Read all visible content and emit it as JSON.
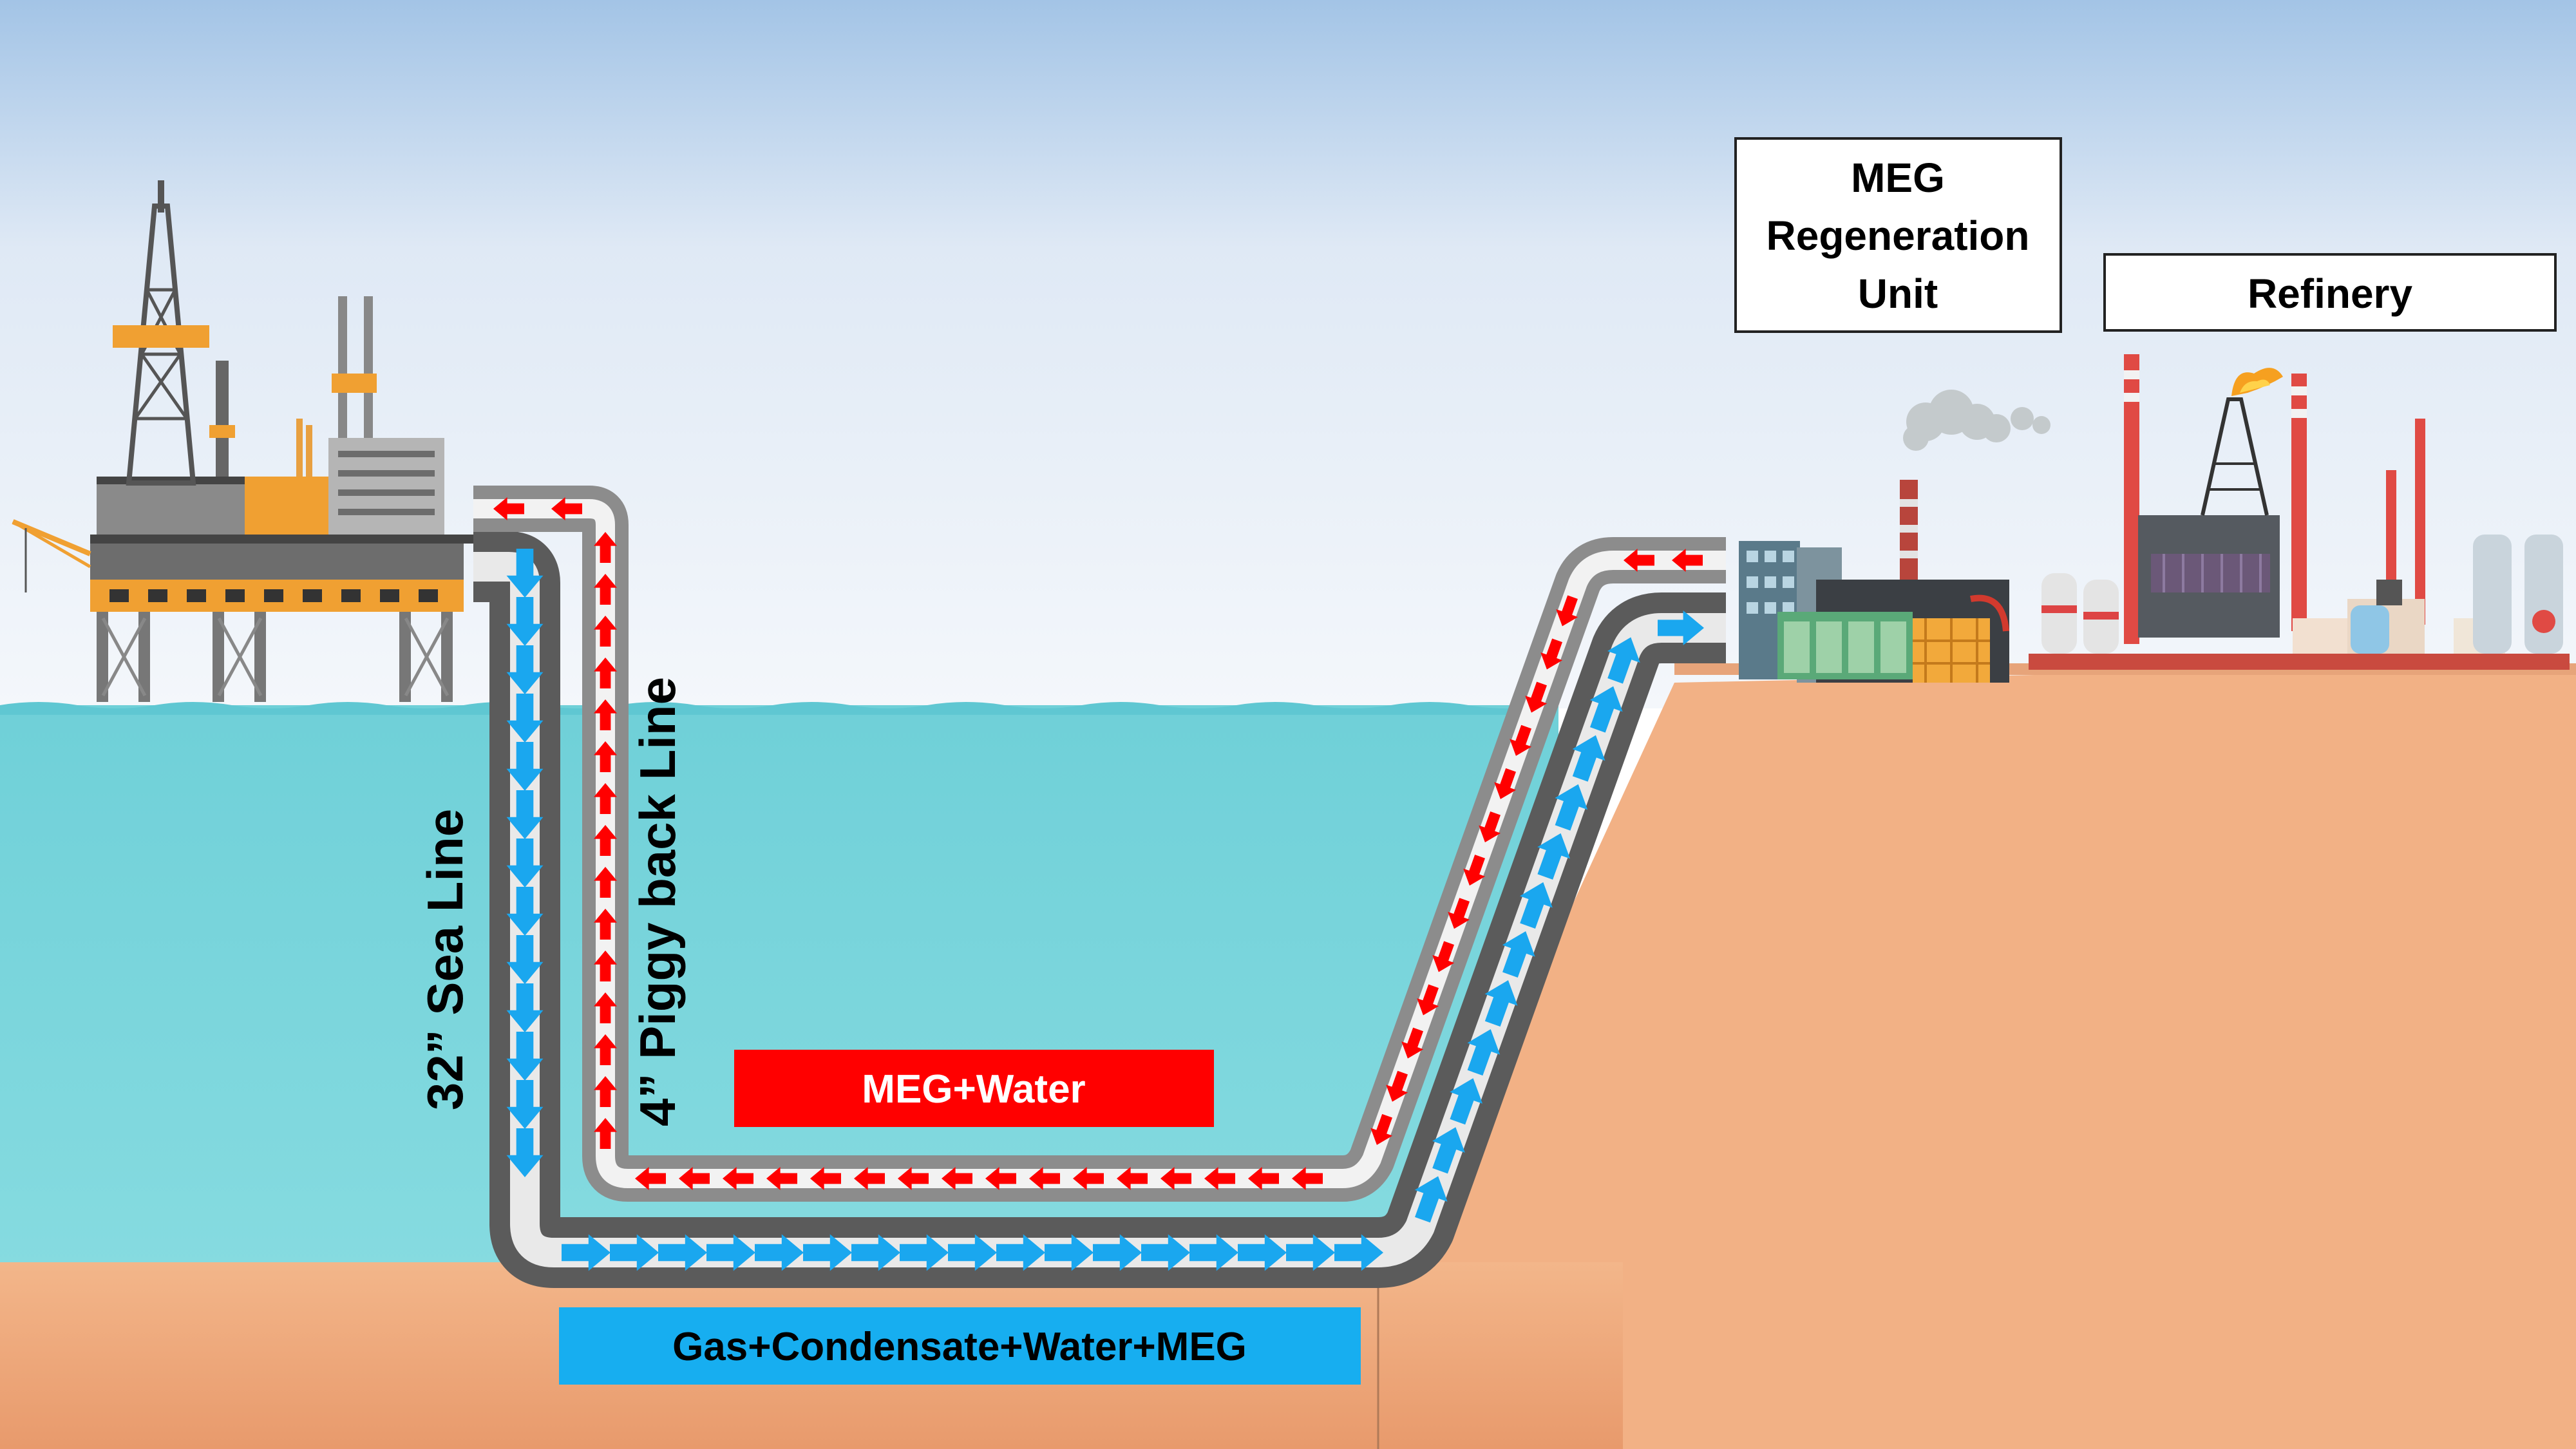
{
  "labels": {
    "meg_unit": [
      "MEG",
      "Regeneration",
      "Unit"
    ],
    "refinery": "Refinery",
    "sea_line": "32” Sea Line",
    "piggy_back_line": "4” Piggy back Line",
    "meg_water": "MEG+Water",
    "gas_mix": "Gas+Condensate+Water+MEG"
  },
  "colors": {
    "sky_top": "#a3c4e6",
    "sea": "#7fd6dc",
    "land": "#f2b185",
    "pipe": "#8a8a8a",
    "main_flow_arrow": "#1aa7ef",
    "return_flow_arrow": "#ff0000",
    "label_red_bg": "#ff0000",
    "label_blue_bg": "#17aef0"
  },
  "icons": [
    "offshore-platform-icon",
    "meg-plant-icon",
    "refinery-plant-icon"
  ]
}
